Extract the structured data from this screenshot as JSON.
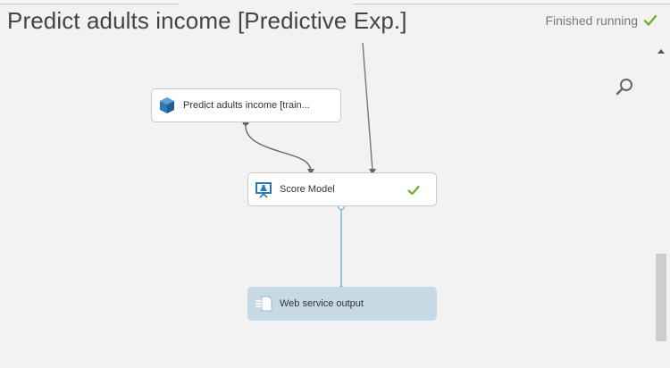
{
  "experiment": {
    "title": "Predict adults income [Predictive Exp.]",
    "status_text": "Finished running"
  },
  "nodes": {
    "trained_model": {
      "label": "Predict adults income [train..."
    },
    "score_model": {
      "label": "Score Model"
    },
    "web_output": {
      "label": "Web service output"
    }
  },
  "colors": {
    "accent_green": "#6fb026",
    "output_fill": "#c6d9e4",
    "connector_blue": "#7aaed0",
    "icon_blue": "#2b7ab8"
  },
  "icons": {
    "status": "check-icon",
    "trained_model": "cube-icon",
    "score_model": "flask-icon",
    "web_output": "web-output-icon",
    "zoom": "search-icon"
  }
}
